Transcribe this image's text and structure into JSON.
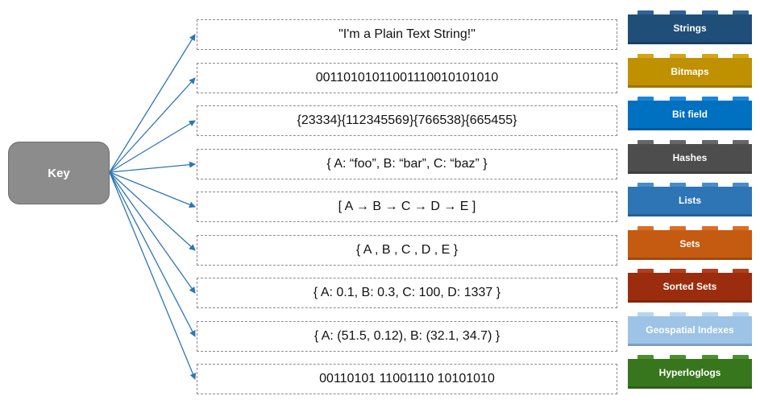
{
  "key": {
    "label": "Key"
  },
  "rows": [
    {
      "value": "\"I'm a Plain Text String!\"",
      "type": "Strings",
      "color": "#1f4e79",
      "stud": "#2e6395"
    },
    {
      "value": "0011010101100111001010101​0",
      "type": "Bitmaps",
      "color": "#bf9000",
      "stud": "#d4a514"
    },
    {
      "value": "{23334}{112345569}{766538}{665455}",
      "type": "Bit field",
      "color": "#0070c0",
      "stud": "#1a86d6"
    },
    {
      "value": "{ A: “foo”, B: “bar”, C: “baz”  }",
      "type": "Hashes",
      "color": "#4d4d4d",
      "stud": "#666666"
    },
    {
      "value": "[ A → B → C → D → E ]",
      "type": "Lists",
      "color": "#2e75b6",
      "stud": "#478ccc"
    },
    {
      "value": "{  A , B , C , D , E  }",
      "type": "Sets",
      "color": "#c55a11",
      "stud": "#d9702a"
    },
    {
      "value": "{ A: 0.1, B: 0.3, C: 100, D: 1337 }",
      "type": "Sorted Sets",
      "color": "#9b2d0e",
      "stud": "#b23f1e"
    },
    {
      "value": "{ A: (51.5, 0.12), B: (32.1, 34.7)  }",
      "type": "Geospatial Indexes",
      "color": "#9dc3e6",
      "stud": "#b7d5ef"
    },
    {
      "value": "00110101 11001110 10101010",
      "type": "Hyperloglogs",
      "color": "#38761d",
      "stud": "#4e8f31"
    }
  ],
  "colors": {
    "arrow": "#2e75b6"
  }
}
